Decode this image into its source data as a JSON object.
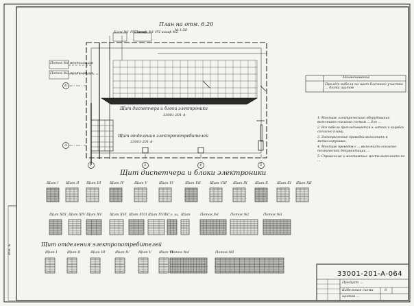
{
  "plan_title": "План на отм. 6.20",
  "plan_subtitle": "М 1:50",
  "callouts": {
    "c1": "Блок №1 РП шкаф",
    "c2": "Поток №1 РП шкаф №2",
    "c3": "Поток №1 вентиляция",
    "c4": "Поток №2 вентиляция"
  },
  "shield_label": "Щит диспетчера и блоки электроники",
  "shield_code": "33001-201-А-",
  "dept_label": "Щит отделения электропотребителей",
  "dept_code": "33001-201-А-",
  "axis_labels": [
    "1",
    "2",
    "4",
    "5",
    "Б",
    "А"
  ],
  "legend": {
    "header": "Наименование",
    "row": "Пролёт кабеля на щит блочного участка ... блока щитов"
  },
  "notes": [
    "1. Монтаж электрического оборудования выполнить согласно схемам ... для ... ",
    "2. Все кабели прокладываются в лотках и коробах согласно плану.",
    "3. Электрические проводки выполнить в металлорукавах.",
    "4. Монтаж проводов с ... выполнить согласно технической документации ... ",
    "5. Справочные и монтажные места выполнить по ... "
  ],
  "section1_title": "Щит диспетчера и блоки электроники",
  "section1_labels": [
    "Щит I",
    "Щит II",
    "Щит III",
    "Щит IV",
    "Щит V",
    "Щит VI",
    "Щит VII",
    "Щит VIII",
    "Щит IX",
    "Щит X",
    "Щит XI",
    "Щит XII"
  ],
  "section2_labels": [
    "Щит XIII",
    "Щит XIV",
    "Щит XV",
    "Щит XVI",
    "Щит XVII",
    "Щит XVIII",
    "Сл. щ.",
    "Щит",
    "Поток №1",
    "Поток №2",
    "Поток №3"
  ],
  "section3_title": "Щит отделения электропотребителей",
  "section3_labels": [
    "Щит I",
    "Щит II",
    "Щит III",
    "Щит IV",
    "Щит V",
    "Щит VI",
    "Поток №4",
    "Поток №5"
  ],
  "stamp": {
    "code": "33001-201-А-064",
    "line1": "Продукт ...",
    "line2": "Кабельная схема",
    "line3": "щитов ...",
    "sheet": "8"
  },
  "side_text": "Инв. №"
}
